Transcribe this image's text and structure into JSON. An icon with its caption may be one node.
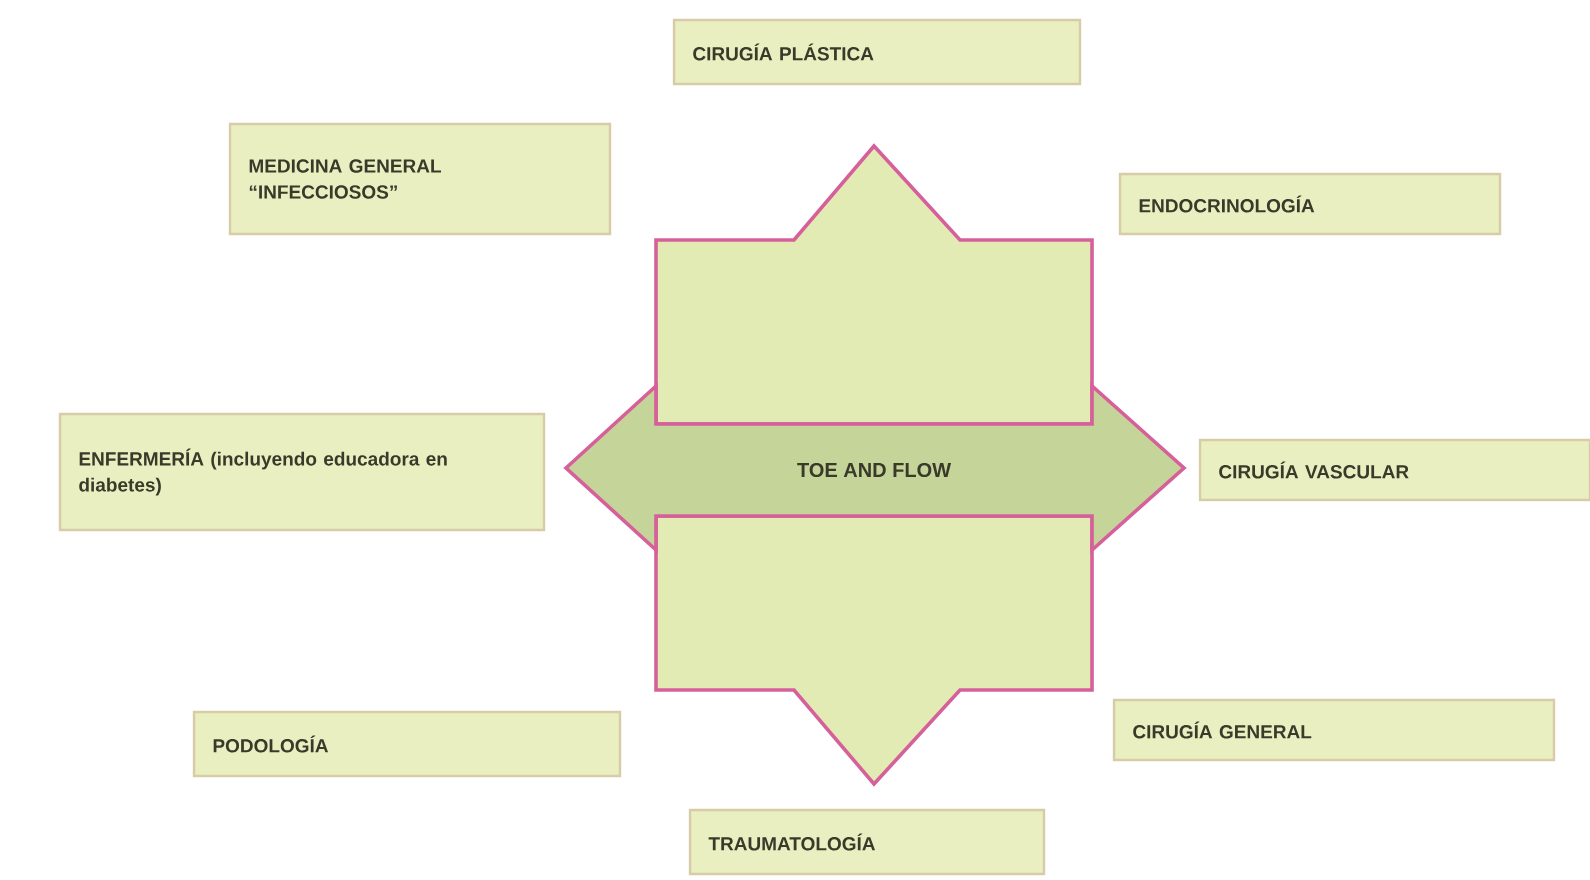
{
  "diagram": {
    "nodes": [
      {
        "text": [
          "CIRUGÍA PLÁSTICA"
        ]
      },
      {
        "text": [
          "MEDICINA GENERAL “INFECCIOSOS”"
        ]
      },
      {
        "text": [
          "ENDOCRINOLOGÍA"
        ]
      },
      {
        "text": [
          "ENFERMERÍA (incluyendo educadora en diabetes)"
        ]
      },
      {
        "text": [
          "CIRUGÍA VASCULAR"
        ]
      },
      {
        "text": [
          "PODOLOGÍA"
        ]
      },
      {
        "text": [
          "CIRUGÍA GENERAL"
        ]
      },
      {
        "text": [
          "TRAUMATOLOGÍA"
        ]
      },
      {
        "text": [
          "TOE AND FLOW"
        ]
      }
    ]
  }
}
